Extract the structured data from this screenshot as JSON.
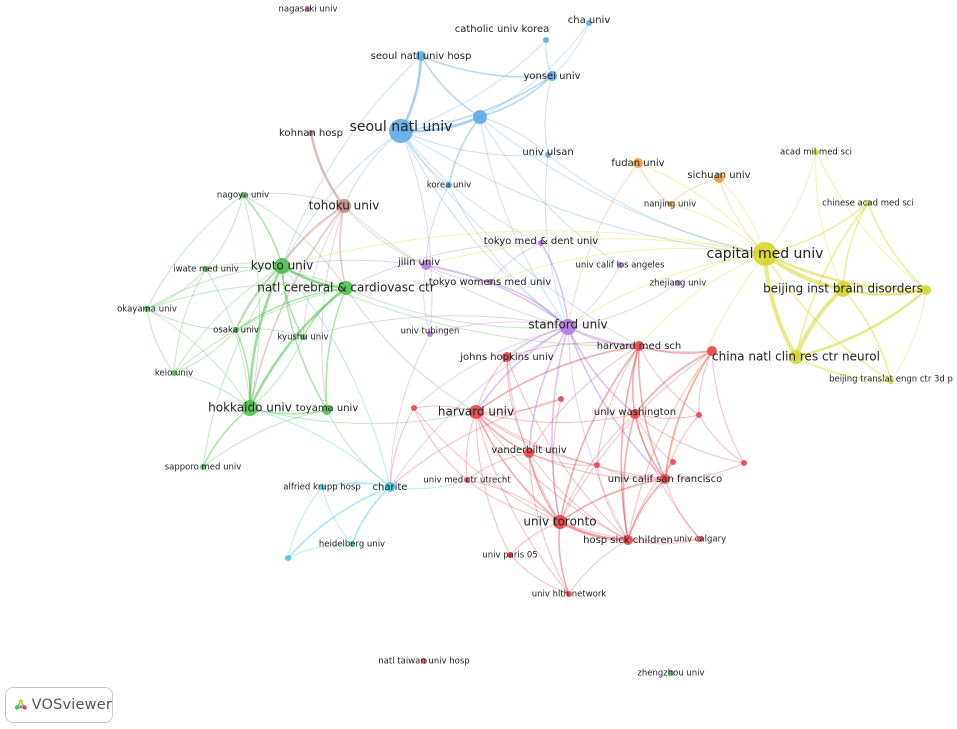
{
  "app": {
    "name": "VOSviewer"
  },
  "colors": {
    "red": "#e8454a",
    "green": "#4cc04c",
    "blue": "#5fa8e6",
    "yellow": "#d7d62a",
    "purple": "#b57be0",
    "cyan": "#3ec9e0",
    "orange": "#ef9a3a",
    "brown": "#c08a80",
    "pink": "#e67fd4"
  },
  "nodes": [
    {
      "id": "nagasaki",
      "label": "nagasaki univ",
      "c": "pink",
      "w": 1
    },
    {
      "id": "catholic",
      "label": "catholic univ korea",
      "c": "blue",
      "w": 1
    },
    {
      "id": "cha",
      "label": "cha univ",
      "c": "blue",
      "w": 1
    },
    {
      "id": "snuh",
      "label": "seoul natl univ hosp",
      "c": "blue",
      "w": 2
    },
    {
      "id": "yonsei",
      "label": "yonsei univ",
      "c": "blue",
      "w": 2
    },
    {
      "id": "snu",
      "label": "seoul natl univ",
      "c": "blue",
      "w": 5
    },
    {
      "id": "bluebig",
      "label": "",
      "c": "blue",
      "w": 3
    },
    {
      "id": "kohnan",
      "label": "kohnan hosp",
      "c": "brown",
      "w": 1
    },
    {
      "id": "ulsan",
      "label": "univ ulsan",
      "c": "blue",
      "w": 1
    },
    {
      "id": "korea",
      "label": "korea univ",
      "c": "blue",
      "w": 1
    },
    {
      "id": "fudan",
      "label": "fudan univ",
      "c": "orange",
      "w": 2
    },
    {
      "id": "sichuan",
      "label": "sichuan univ",
      "c": "orange",
      "w": 2
    },
    {
      "id": "nanjing",
      "label": "nanjing univ",
      "c": "orange",
      "w": 1
    },
    {
      "id": "acadmil",
      "label": "acad mil med sci",
      "c": "yellow",
      "w": 1
    },
    {
      "id": "chinacad",
      "label": "chinese acad med sci",
      "c": "yellow",
      "w": 1
    },
    {
      "id": "tohoku",
      "label": "tohoku univ",
      "c": "brown",
      "w": 3
    },
    {
      "id": "nagoya",
      "label": "nagoya univ",
      "c": "green",
      "w": 1
    },
    {
      "id": "tmdu",
      "label": "tokyo med & dent univ",
      "c": "purple",
      "w": 1
    },
    {
      "id": "capital",
      "label": "capital med univ",
      "c": "yellow",
      "w": 5
    },
    {
      "id": "kyoto",
      "label": "kyoto univ",
      "c": "green",
      "w": 4
    },
    {
      "id": "jilin",
      "label": "jilin univ",
      "c": "purple",
      "w": 2
    },
    {
      "id": "ucla",
      "label": "univ calif los angeles",
      "c": "purple",
      "w": 1
    },
    {
      "id": "iwate",
      "label": "iwate med univ",
      "c": "green",
      "w": 1
    },
    {
      "id": "tokyowomen",
      "label": "tokyo womens med univ",
      "c": "purple",
      "w": 1
    },
    {
      "id": "zhejiang",
      "label": "zhejiang univ",
      "c": "purple",
      "w": 1
    },
    {
      "id": "ncvc",
      "label": "natl cerebral & cardiovasc ctr",
      "c": "green",
      "w": 3
    },
    {
      "id": "bibd",
      "label": "beijing inst brain disorders",
      "c": "yellow",
      "w": 4
    },
    {
      "id": "yelsmall",
      "label": "",
      "c": "yellow",
      "w": 2
    },
    {
      "id": "okayama",
      "label": "okayama univ",
      "c": "green",
      "w": 1
    },
    {
      "id": "osaka",
      "label": "osaka univ",
      "c": "green",
      "w": 1
    },
    {
      "id": "tubingen",
      "label": "univ tubingen",
      "c": "purple",
      "w": 1
    },
    {
      "id": "stanford",
      "label": "stanford univ",
      "c": "purple",
      "w": 4
    },
    {
      "id": "kyushu",
      "label": "kyushu univ",
      "c": "green",
      "w": 1
    },
    {
      "id": "harvardmed",
      "label": "harvard med sch",
      "c": "red",
      "w": 2
    },
    {
      "id": "rednode1",
      "label": "",
      "c": "red",
      "w": 2
    },
    {
      "id": "jhu",
      "label": "johns hopkins univ",
      "c": "red",
      "w": 2
    },
    {
      "id": "cnrc",
      "label": "china natl clin res ctr neurol",
      "c": "yellow",
      "w": 3
    },
    {
      "id": "keio",
      "label": "keio univ",
      "c": "green",
      "w": 1
    },
    {
      "id": "btec",
      "label": "beijing translat engn ctr 3d p",
      "c": "yellow",
      "w": 1
    },
    {
      "id": "hokkaido",
      "label": "hokkaido univ",
      "c": "green",
      "w": 4
    },
    {
      "id": "toyama",
      "label": "toyama univ",
      "c": "green",
      "w": 2
    },
    {
      "id": "red2",
      "label": "",
      "c": "red",
      "w": 1
    },
    {
      "id": "red3",
      "label": "",
      "c": "red",
      "w": 1
    },
    {
      "id": "harvard",
      "label": "harvard univ",
      "c": "red",
      "w": 3
    },
    {
      "id": "uwash",
      "label": "univ washington",
      "c": "red",
      "w": 2
    },
    {
      "id": "red4",
      "label": "",
      "c": "red",
      "w": 1
    },
    {
      "id": "vanderbilt",
      "label": "vanderbilt univ",
      "c": "red",
      "w": 2
    },
    {
      "id": "red5",
      "label": "",
      "c": "red",
      "w": 1
    },
    {
      "id": "red6",
      "label": "",
      "c": "red",
      "w": 1
    },
    {
      "id": "sapporo",
      "label": "sapporo med univ",
      "c": "green",
      "w": 1
    },
    {
      "id": "red7",
      "label": "",
      "c": "red",
      "w": 1
    },
    {
      "id": "ucsf",
      "label": "univ calif san francisco",
      "c": "red",
      "w": 2
    },
    {
      "id": "krupp",
      "label": "alfried krupp hosp",
      "c": "cyan",
      "w": 1
    },
    {
      "id": "charite",
      "label": "charite",
      "c": "cyan",
      "w": 2
    },
    {
      "id": "utrecht",
      "label": "univ med ctr utrecht",
      "c": "red",
      "w": 1
    },
    {
      "id": "toronto",
      "label": "univ toronto",
      "c": "red",
      "w": 3
    },
    {
      "id": "sickkids",
      "label": "hosp sick children",
      "c": "red",
      "w": 2
    },
    {
      "id": "calgary",
      "label": "univ calgary",
      "c": "red",
      "w": 1
    },
    {
      "id": "heidelberg",
      "label": "heidelberg univ",
      "c": "cyan",
      "w": 1
    },
    {
      "id": "cyan2",
      "label": "",
      "c": "cyan",
      "w": 1
    },
    {
      "id": "paris",
      "label": "univ paris 05",
      "c": "red",
      "w": 1
    },
    {
      "id": "uhn",
      "label": "univ hlth network",
      "c": "red",
      "w": 1
    },
    {
      "id": "ntuh",
      "label": "natl taiwan univ hosp",
      "c": "red",
      "w": 1
    },
    {
      "id": "zhengzhou",
      "label": "zhengzhou univ",
      "c": "green",
      "w": 1
    }
  ],
  "edges": [
    [
      "snu",
      "bluebig",
      3
    ],
    [
      "snu",
      "snuh",
      3
    ],
    [
      "snu",
      "yonsei",
      2
    ],
    [
      "snu",
      "korea",
      1
    ],
    [
      "snu",
      "ulsan",
      1
    ],
    [
      "snu",
      "catholic",
      1
    ],
    [
      "bluebig",
      "yonsei",
      2
    ],
    [
      "bluebig",
      "cha",
      1
    ],
    [
      "bluebig",
      "korea",
      2
    ],
    [
      "snuh",
      "bluebig",
      2
    ],
    [
      "snuh",
      "yonsei",
      2
    ],
    [
      "yonsei",
      "cha",
      1
    ],
    [
      "catholic",
      "yonsei",
      1
    ],
    [
      "ulsan",
      "bluebig",
      1
    ],
    [
      "yonsei",
      "ulsan",
      1
    ],
    [
      "snu",
      "stanford",
      1
    ],
    [
      "snu",
      "tohoku",
      1
    ],
    [
      "snu",
      "kyoto",
      1
    ],
    [
      "bluebig",
      "stanford",
      1
    ],
    [
      "ulsan",
      "stanford",
      1
    ],
    [
      "snu",
      "capital",
      1
    ],
    [
      "bluebig",
      "capital",
      1
    ],
    [
      "ulsan",
      "capital",
      1
    ],
    [
      "korea",
      "jilin",
      1
    ],
    [
      "snu",
      "tmdu",
      1
    ],
    [
      "snuh",
      "kyoto",
      1
    ],
    [
      "snu",
      "harvardmed",
      1
    ],
    [
      "bluebig",
      "ucla",
      1
    ],
    [
      "kohnan",
      "tohoku",
      3
    ],
    [
      "tohoku",
      "kyoto",
      2
    ],
    [
      "tohoku",
      "ncvc",
      2
    ],
    [
      "tohoku",
      "hokkaido",
      2
    ],
    [
      "tohoku",
      "stanford",
      1
    ],
    [
      "tohoku",
      "toyama",
      1
    ],
    [
      "tohoku",
      "osaka",
      1
    ],
    [
      "tohoku",
      "kyushu",
      1
    ],
    [
      "tohoku",
      "nagoya",
      1
    ],
    [
      "tohoku",
      "jilin",
      1
    ],
    [
      "kyoto",
      "ncvc",
      3
    ],
    [
      "kyoto",
      "hokkaido",
      3
    ],
    [
      "kyoto",
      "nagoya",
      2
    ],
    [
      "kyoto",
      "iwate",
      1
    ],
    [
      "kyoto",
      "okayama",
      1
    ],
    [
      "kyoto",
      "osaka",
      2
    ],
    [
      "kyoto",
      "kyushu",
      2
    ],
    [
      "kyoto",
      "keio",
      1
    ],
    [
      "kyoto",
      "toyama",
      2
    ],
    [
      "kyoto",
      "sapporo",
      1
    ],
    [
      "ncvc",
      "hokkaido",
      3
    ],
    [
      "ncvc",
      "osaka",
      2
    ],
    [
      "ncvc",
      "kyushu",
      2
    ],
    [
      "ncvc",
      "toyama",
      2
    ],
    [
      "ncvc",
      "nagoya",
      1
    ],
    [
      "ncvc",
      "iwate",
      1
    ],
    [
      "ncvc",
      "okayama",
      1
    ],
    [
      "ncvc",
      "keio",
      1
    ],
    [
      "ncvc",
      "stanford",
      1
    ],
    [
      "hokkaido",
      "toyama",
      2
    ],
    [
      "hokkaido",
      "sapporo",
      2
    ],
    [
      "hokkaido",
      "okayama",
      1
    ],
    [
      "hokkaido",
      "keio",
      1
    ],
    [
      "hokkaido",
      "iwate",
      1
    ],
    [
      "hokkaido",
      "osaka",
      2
    ],
    [
      "hokkaido",
      "kyushu",
      1
    ],
    [
      "hokkaido",
      "nagoya",
      1
    ],
    [
      "okayama",
      "keio",
      1
    ],
    [
      "okayama",
      "iwate",
      1
    ],
    [
      "okayama",
      "osaka",
      1
    ],
    [
      "iwate",
      "nagoya",
      1
    ],
    [
      "keio",
      "osaka",
      1
    ],
    [
      "toyama",
      "charite",
      1
    ],
    [
      "kyushu",
      "osaka",
      1
    ],
    [
      "toyama",
      "sapporo",
      1
    ],
    [
      "nagoya",
      "okayama",
      1
    ],
    [
      "iwate",
      "keio",
      1
    ],
    [
      "ncvc",
      "harvard",
      1
    ],
    [
      "hokkaido",
      "harvard",
      1
    ],
    [
      "kyoto",
      "harvardmed",
      1
    ],
    [
      "capital",
      "bibd",
      4
    ],
    [
      "capital",
      "cnrc",
      4
    ],
    [
      "capital",
      "yelsmall",
      3
    ],
    [
      "capital",
      "chinacad",
      2
    ],
    [
      "capital",
      "acadmil",
      1
    ],
    [
      "capital",
      "btec",
      2
    ],
    [
      "bibd",
      "cnrc",
      4
    ],
    [
      "bibd",
      "yelsmall",
      3
    ],
    [
      "cnrc",
      "yelsmall",
      3
    ],
    [
      "chinacad",
      "yelsmall",
      2
    ],
    [
      "chinacad",
      "bibd",
      2
    ],
    [
      "chinacad",
      "cnrc",
      2
    ],
    [
      "acadmil",
      "yelsmall",
      1
    ],
    [
      "acadmil",
      "bibd",
      1
    ],
    [
      "btec",
      "yelsmall",
      1
    ],
    [
      "btec",
      "bibd",
      2
    ],
    [
      "cnrc",
      "btec",
      2
    ],
    [
      "capital",
      "stanford",
      1
    ],
    [
      "capital",
      "fudan",
      1
    ],
    [
      "capital",
      "sichuan",
      1
    ],
    [
      "capital",
      "nanjing",
      1
    ],
    [
      "capital",
      "zhejiang",
      1
    ],
    [
      "capital",
      "jilin",
      1
    ],
    [
      "capital",
      "harvardmed",
      1
    ],
    [
      "capital",
      "ucsf",
      1
    ],
    [
      "capital",
      "tokyowomen",
      1
    ],
    [
      "capital",
      "kyoto",
      1
    ],
    [
      "fudan",
      "nanjing",
      1
    ],
    [
      "sichuan",
      "nanjing",
      1
    ],
    [
      "fudan",
      "stanford",
      1
    ],
    [
      "sichuan",
      "capital",
      1
    ],
    [
      "stanford",
      "tmdu",
      2
    ],
    [
      "stanford",
      "tokyowomen",
      2
    ],
    [
      "stanford",
      "jilin",
      2
    ],
    [
      "stanford",
      "ucla",
      1
    ],
    [
      "stanford",
      "zhejiang",
      1
    ],
    [
      "stanford",
      "tubingen",
      1
    ],
    [
      "stanford",
      "harvardmed",
      2
    ],
    [
      "stanford",
      "jhu",
      2
    ],
    [
      "stanford",
      "harvard",
      2
    ],
    [
      "stanford",
      "uwash",
      2
    ],
    [
      "stanford",
      "vanderbilt",
      2
    ],
    [
      "stanford",
      "ucsf",
      2
    ],
    [
      "stanford",
      "toronto",
      2
    ],
    [
      "stanford",
      "sickkids",
      1
    ],
    [
      "stanford",
      "rednode1",
      1
    ],
    [
      "stanford",
      "red2",
      1
    ],
    [
      "stanford",
      "charite",
      1
    ],
    [
      "stanford",
      "kyushu",
      1
    ],
    [
      "tmdu",
      "tokyowomen",
      1
    ],
    [
      "jilin",
      "tokyowomen",
      1
    ],
    [
      "jilin",
      "tubingen",
      1
    ],
    [
      "tubingen",
      "charite",
      1
    ],
    [
      "tmdu",
      "ncvc",
      1
    ],
    [
      "tokyowomen",
      "kyoto",
      1
    ],
    [
      "harvardmed",
      "harvard",
      2
    ],
    [
      "harvardmed",
      "uwash",
      2
    ],
    [
      "harvardmed",
      "rednode1",
      2
    ],
    [
      "harvardmed",
      "jhu",
      1
    ],
    [
      "harvardmed",
      "vanderbilt",
      1
    ],
    [
      "harvardmed",
      "ucsf",
      2
    ],
    [
      "harvardmed",
      "toronto",
      2
    ],
    [
      "harvardmed",
      "sickkids",
      2
    ],
    [
      "harvardmed",
      "red4",
      1
    ],
    [
      "harvardmed",
      "red5",
      1
    ],
    [
      "rednode1",
      "uwash",
      2
    ],
    [
      "rednode1",
      "red4",
      1
    ],
    [
      "rednode1",
      "red6",
      1
    ],
    [
      "rednode1",
      "ucsf",
      2
    ],
    [
      "rednode1",
      "toronto",
      1
    ],
    [
      "rednode1",
      "sickkids",
      1
    ],
    [
      "jhu",
      "harvard",
      1
    ],
    [
      "jhu",
      "vanderbilt",
      1
    ],
    [
      "jhu",
      "toronto",
      1
    ],
    [
      "harvard",
      "vanderbilt",
      2
    ],
    [
      "harvard",
      "uwash",
      1
    ],
    [
      "harvard",
      "toronto",
      2
    ],
    [
      "harvard",
      "sickkids",
      1
    ],
    [
      "harvard",
      "ucsf",
      1
    ],
    [
      "harvard",
      "red2",
      1
    ],
    [
      "harvard",
      "red3",
      1
    ],
    [
      "harvard",
      "utrecht",
      1
    ],
    [
      "harvard",
      "red5",
      1
    ],
    [
      "uwash",
      "red4",
      1
    ],
    [
      "uwash",
      "ucsf",
      2
    ],
    [
      "uwash",
      "red6",
      1
    ],
    [
      "uwash",
      "sickkids",
      2
    ],
    [
      "uwash",
      "toronto",
      1
    ],
    [
      "uwash",
      "calgary",
      1
    ],
    [
      "uwash",
      "red7",
      1
    ],
    [
      "vanderbilt",
      "toronto",
      2
    ],
    [
      "vanderbilt",
      "sickkids",
      1
    ],
    [
      "vanderbilt",
      "red5",
      1
    ],
    [
      "vanderbilt",
      "ucsf",
      1
    ],
    [
      "vanderbilt",
      "utrecht",
      1
    ],
    [
      "red5",
      "ucsf",
      1
    ],
    [
      "red5",
      "sickkids",
      1
    ],
    [
      "red7",
      "ucsf",
      1
    ],
    [
      "red7",
      "sickkids",
      1
    ],
    [
      "ucsf",
      "sickkids",
      2
    ],
    [
      "ucsf",
      "toronto",
      2
    ],
    [
      "ucsf",
      "calgary",
      1
    ],
    [
      "ucsf",
      "red6",
      1
    ],
    [
      "toronto",
      "sickkids",
      3
    ],
    [
      "toronto",
      "paris",
      1
    ],
    [
      "toronto",
      "uhn",
      2
    ],
    [
      "toronto",
      "calgary",
      1
    ],
    [
      "toronto",
      "utrecht",
      1
    ],
    [
      "sickkids",
      "calgary",
      1
    ],
    [
      "sickkids",
      "uhn",
      1
    ],
    [
      "paris",
      "uhn",
      1
    ],
    [
      "red4",
      "red6",
      1
    ],
    [
      "red4",
      "ucsf",
      1
    ],
    [
      "red2",
      "utrecht",
      1
    ],
    [
      "red2",
      "toronto",
      1
    ],
    [
      "red2",
      "charite",
      1
    ],
    [
      "red3",
      "charite",
      1
    ],
    [
      "red3",
      "toronto",
      1
    ],
    [
      "charite",
      "utrecht",
      1
    ],
    [
      "utrecht",
      "toronto",
      1
    ],
    [
      "jhu",
      "sickkids",
      1
    ],
    [
      "harvard",
      "uhn",
      1
    ],
    [
      "vanderbilt",
      "uhn",
      1
    ],
    [
      "harvard",
      "paris",
      1
    ],
    [
      "charite",
      "krupp",
      2
    ],
    [
      "charite",
      "heidelberg",
      2
    ],
    [
      "charite",
      "cyan2",
      2
    ],
    [
      "krupp",
      "heidelberg",
      1
    ],
    [
      "heidelberg",
      "cyan2",
      1
    ],
    [
      "krupp",
      "cyan2",
      1
    ],
    [
      "charite",
      "hokkaido",
      1
    ],
    [
      "charite",
      "kyoto",
      1
    ],
    [
      "tubingen",
      "snu",
      1
    ],
    [
      "korea",
      "stanford",
      1
    ]
  ]
}
